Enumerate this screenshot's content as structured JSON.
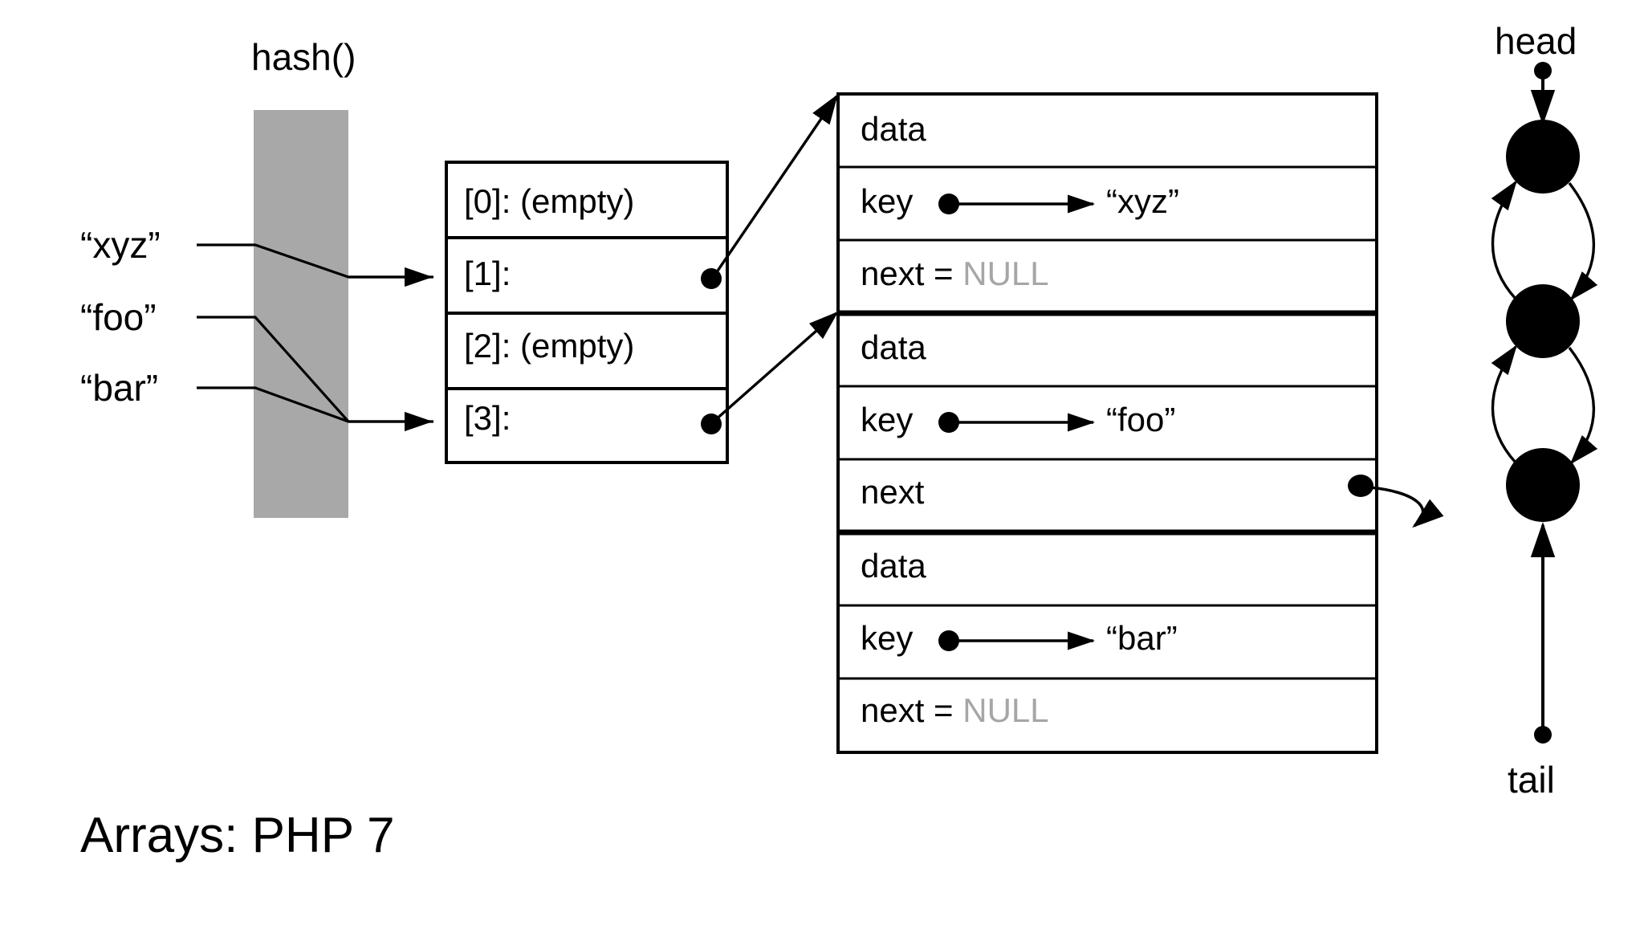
{
  "slide": {
    "title": "Arrays: PHP 7",
    "background": "#ffffff",
    "ink": "#000000"
  },
  "hash": {
    "label": "hash()",
    "bar_color": "#a8a8a8",
    "inputs": [
      {
        "label": "“xyz”",
        "maps_to_bucket": 1
      },
      {
        "label": "“foo”",
        "maps_to_bucket": 3
      },
      {
        "label": "“bar”",
        "maps_to_bucket": 3
      }
    ]
  },
  "bucket_table": {
    "rows": [
      {
        "label": "[0]: (empty)",
        "has_pointer": false
      },
      {
        "label": "[1]:",
        "has_pointer": true
      },
      {
        "label": "[2]: (empty)",
        "has_pointer": false
      },
      {
        "label": "[3]:",
        "has_pointer": true
      }
    ]
  },
  "nodes": [
    {
      "data_label": "data",
      "key_label": "key",
      "key_value": "“xyz”",
      "next_label": "next",
      "next_eq": " = ",
      "next_value": "NULL",
      "next_is_null": true
    },
    {
      "data_label": "data",
      "key_label": "key",
      "key_value": "“foo”",
      "next_label": "next",
      "next_eq": "",
      "next_value": "",
      "next_is_null": false
    },
    {
      "data_label": "data",
      "key_label": "key",
      "key_value": "“bar”",
      "next_label": "next",
      "next_eq": " = ",
      "next_value": "NULL",
      "next_is_null": true
    }
  ],
  "order_list": {
    "head_label": "head",
    "tail_label": "tail",
    "node_count": 3,
    "node_color": "#000000"
  },
  "colors": {
    "null_gray": "#a6a6a6",
    "hash_gray": "#a8a8a8",
    "stroke": "#000000"
  }
}
